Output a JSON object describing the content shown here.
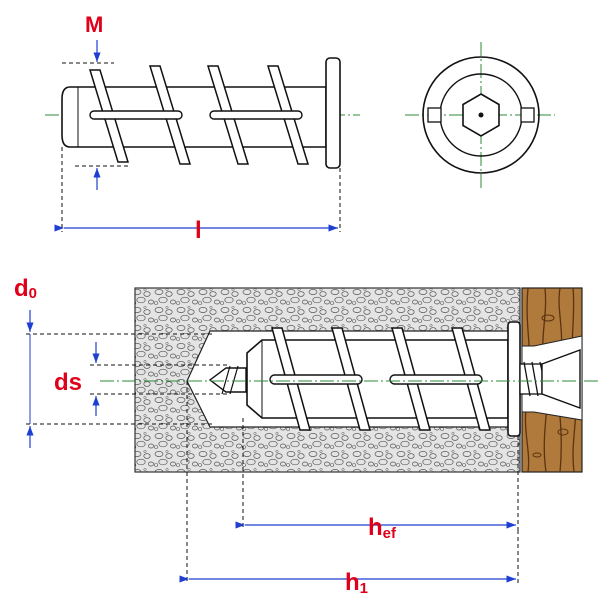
{
  "labels": {
    "m": "M",
    "l": "l",
    "d0_main": "d",
    "d0_sub": "0",
    "ds": "ds",
    "hef_main": "h",
    "hef_sub": "ef",
    "h1_main": "h",
    "h1_sub": "1"
  },
  "colors": {
    "label": "#e0001a",
    "dimension": "#1f3fd1",
    "centerline": "#2e8b3a",
    "outline": "#111111",
    "concrete_fill": "#e4e4e4",
    "wood_fill": "#b07a3c",
    "wood_grain": "#5a3310"
  }
}
